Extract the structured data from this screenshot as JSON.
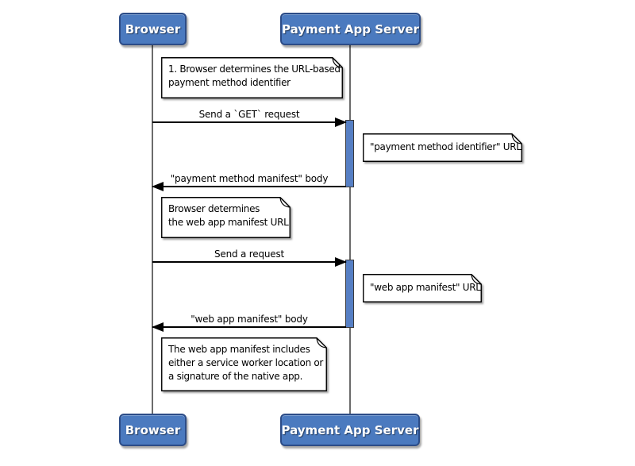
{
  "actors": {
    "browser": "Browser",
    "server": "Payment App Server"
  },
  "notes": {
    "determine_pmi": "1. Browser determines the URL-based\npayment method identifier",
    "pmi_url": "\"payment method identifier\" URL",
    "determine_wam": "Browser determines\nthe web app manifest URL",
    "wam_url": "\"web app manifest\" URL",
    "wam_contents": "The web app manifest includes\neither a service worker location or\na signature of the native app."
  },
  "messages": {
    "get_request": "Send a `GET` request",
    "pmm_body": "\"payment method manifest\" body",
    "send_request": "Send a request",
    "wam_body": "\"web app manifest\" body"
  },
  "colors": {
    "actor_fill": "#4b7abf",
    "actor_border": "#2c4c87",
    "activation_fill": "#567fc4",
    "lifeline": "#6b6b6b",
    "note_fill": "#ffffff",
    "note_border": "#000000",
    "arrow": "#000000"
  }
}
